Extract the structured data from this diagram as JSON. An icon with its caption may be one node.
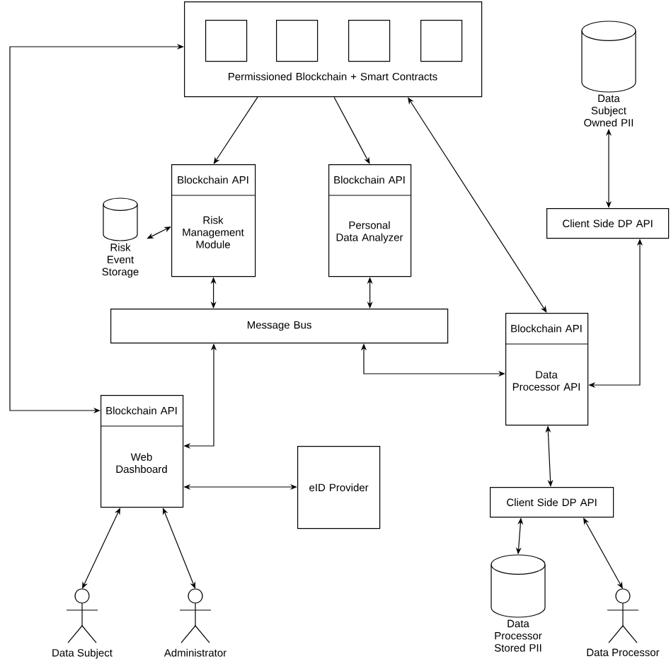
{
  "diagram": {
    "nodes": [
      {
        "text": [
          "Permissioned Blockchain + Smart Contracts"
        ]
      },
      {
        "text": [],
        "shape": "box",
        "in": 0
      },
      {
        "text": [],
        "shape": "box",
        "in": 0
      },
      {
        "text": [],
        "shape": "box",
        "in": 0
      },
      {
        "text": [],
        "shape": "box",
        "in": 0
      },
      {
        "text": [
          "Blockchain API",
          "Risk Management Module"
        ]
      },
      {
        "text": [
          "Blockchain API",
          "Personal Data Analyzer"
        ]
      },
      {
        "text": [
          "Risk Event Storage"
        ]
      },
      {
        "text": [
          "Data Subject Owned PII"
        ]
      },
      {
        "text": [
          "Client Side DP API"
        ]
      },
      {
        "text": [
          "Message Bus"
        ]
      },
      {
        "text": [
          "Blockchain API",
          "Data Processor API"
        ]
      },
      {
        "text": [
          "Blockchain API",
          "Web Dashboard"
        ]
      },
      {
        "text": [
          "eID Provider"
        ]
      },
      {
        "text": [
          "Client Side DP API"
        ]
      },
      {
        "text": [
          "Data Processor Stored PII"
        ]
      },
      {
        "text": [
          "Data Subject"
        ]
      },
      {
        "text": [
          "Administrator"
        ]
      },
      {
        "text": [
          "Data Processor"
        ]
      }
    ],
    "edges": [
      {
        "from": 0,
        "to": 5,
        "arrow": "to"
      },
      {
        "from": 0,
        "to": 6,
        "arrow": "to"
      },
      {
        "from": 11,
        "to": 0,
        "arrow": "both"
      },
      {
        "from": 12,
        "to": 0,
        "arrow": "both"
      },
      {
        "from": 7,
        "to": 5,
        "arrow": "both"
      },
      {
        "from": 5,
        "to": 10,
        "arrow": "both"
      },
      {
        "from": 6,
        "to": 10,
        "arrow": "both"
      },
      {
        "from": 10,
        "to": 12,
        "arrow": "both"
      },
      {
        "from": 10,
        "to": 11,
        "arrow": "both"
      },
      {
        "from": 8,
        "to": 9,
        "arrow": "both"
      },
      {
        "from": 9,
        "to": 11,
        "arrow": "both"
      },
      {
        "from": 11,
        "to": 14,
        "arrow": "both"
      },
      {
        "from": 14,
        "to": 15,
        "arrow": "both"
      },
      {
        "from": 14,
        "to": 18,
        "arrow": "both"
      },
      {
        "from": 12,
        "to": 13,
        "arrow": "both"
      },
      {
        "from": 12,
        "to": 16,
        "arrow": "both"
      },
      {
        "from": 12,
        "to": 17,
        "arrow": "both"
      }
    ]
  }
}
